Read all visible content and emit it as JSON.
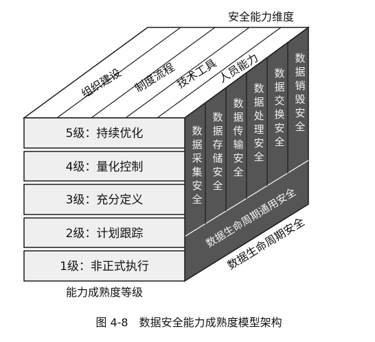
{
  "diagram": {
    "top_title": "安全能力维度",
    "top_dimensions": [
      "组织建设",
      "制度流程",
      "技术工具",
      "人员能力"
    ],
    "levels": [
      "5级：持续优化",
      "4级：量化控制",
      "3级：充分定义",
      "2级：计划跟踪",
      "1级：非正式执行"
    ],
    "levels_label": "能力成熟度等级",
    "lifecycle_stages": [
      "数据采集安全",
      "数据存储安全",
      "数据传输安全",
      "数据处理安全",
      "数据交换安全",
      "数据销毁安全"
    ],
    "generic_lifecycle": "数据生命周期通用安全",
    "lifecycle_label": "数据生命周期安全",
    "caption": "图 4-8　数据安全能力成熟度模型架构"
  },
  "colors": {
    "front_row": "#efefef",
    "side_face": "#555555",
    "top_face": "#ffffff",
    "line": "#1a1a1a"
  }
}
